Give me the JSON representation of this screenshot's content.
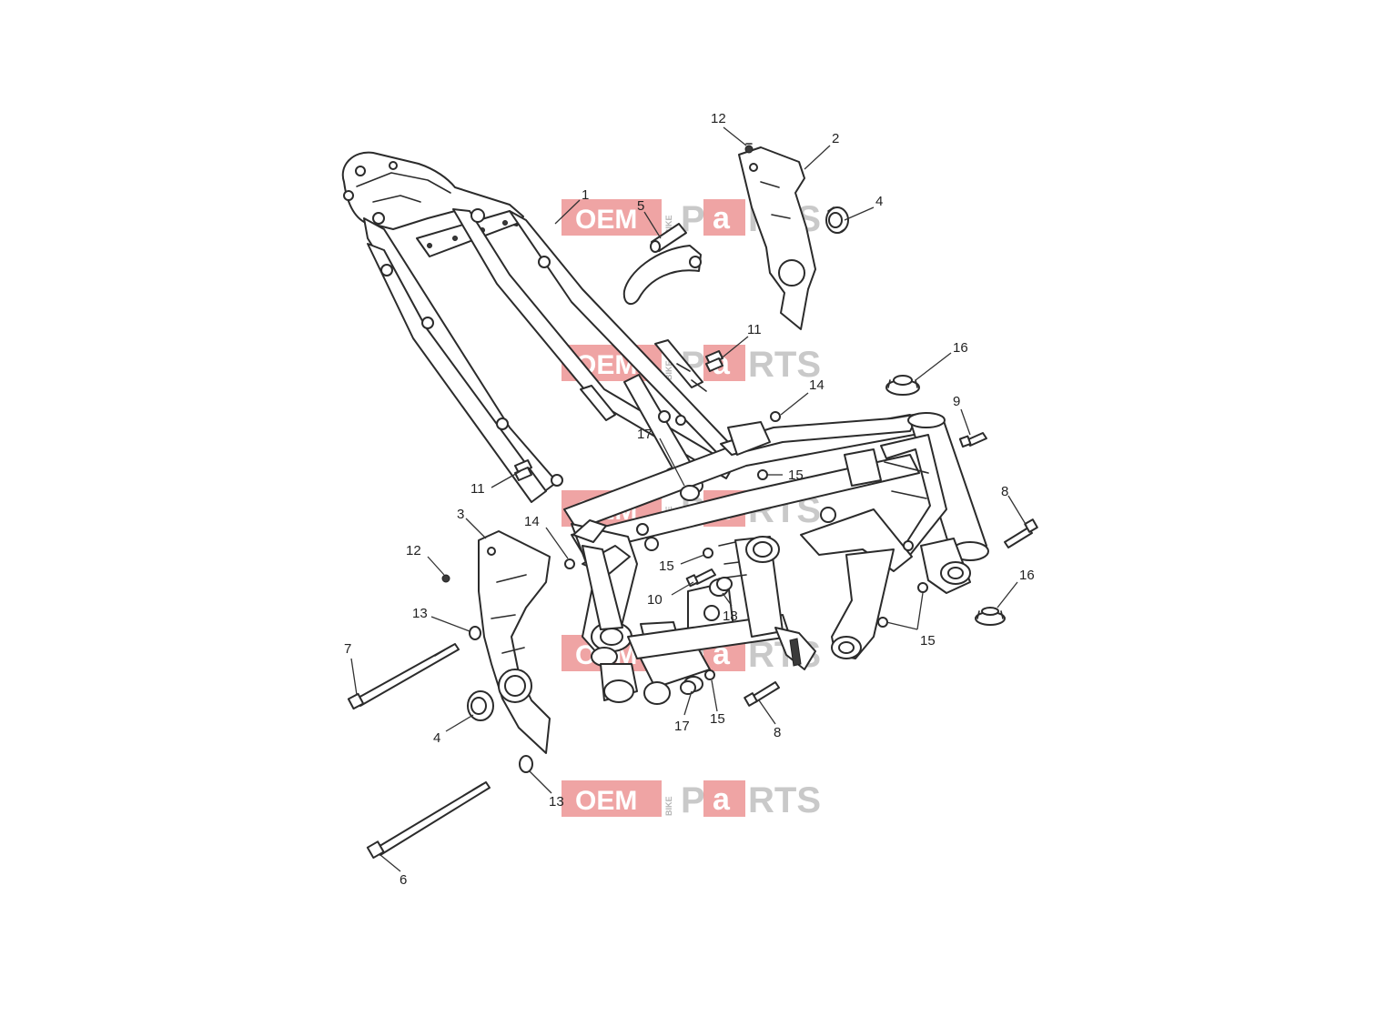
{
  "watermark": {
    "part1": "OEM",
    "part2": "BIKE",
    "part3": "P",
    "part4": "a",
    "part5": "RTS"
  },
  "callouts": [
    {
      "label": "1"
    },
    {
      "label": "2"
    },
    {
      "label": "3"
    },
    {
      "label": "4"
    },
    {
      "label": "4"
    },
    {
      "label": "5"
    },
    {
      "label": "6"
    },
    {
      "label": "7"
    },
    {
      "label": "8"
    },
    {
      "label": "8"
    },
    {
      "label": "9"
    },
    {
      "label": "10"
    },
    {
      "label": "11"
    },
    {
      "label": "11"
    },
    {
      "label": "12"
    },
    {
      "label": "12"
    },
    {
      "label": "13"
    },
    {
      "label": "13"
    },
    {
      "label": "14"
    },
    {
      "label": "14"
    },
    {
      "label": "15"
    },
    {
      "label": "15"
    },
    {
      "label": "15"
    },
    {
      "label": "15"
    },
    {
      "label": "16"
    },
    {
      "label": "16"
    },
    {
      "label": "17"
    },
    {
      "label": "17"
    },
    {
      "label": "18"
    }
  ],
  "colors": {
    "watermark_red": "#e25a5a",
    "watermark_grey": "#c9c9c9",
    "line": "#2b2b2b"
  }
}
